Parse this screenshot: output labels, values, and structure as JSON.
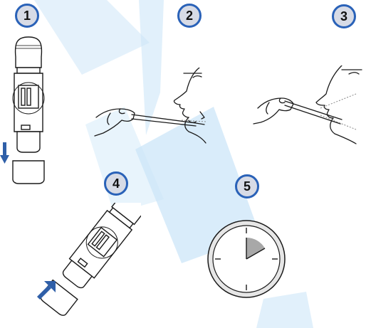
{
  "steps": [
    {
      "number": "1",
      "icon": "remove-cap-illustration"
    },
    {
      "number": "2",
      "icon": "oral-swab-collection-illustration"
    },
    {
      "number": "3",
      "icon": "oral-swab-collection-illustration"
    },
    {
      "number": "4",
      "icon": "recap-device-illustration"
    },
    {
      "number": "5",
      "icon": "timer-clock-illustration"
    }
  ],
  "colors": {
    "badge_ring": "#2a62b8",
    "badge_fill": "#d7dbe6",
    "arrow": "#2f5fa8",
    "background_shape": "#b9dcf5",
    "clock_wedge": "#a8a8a8",
    "outline": "#1a1a1a"
  }
}
